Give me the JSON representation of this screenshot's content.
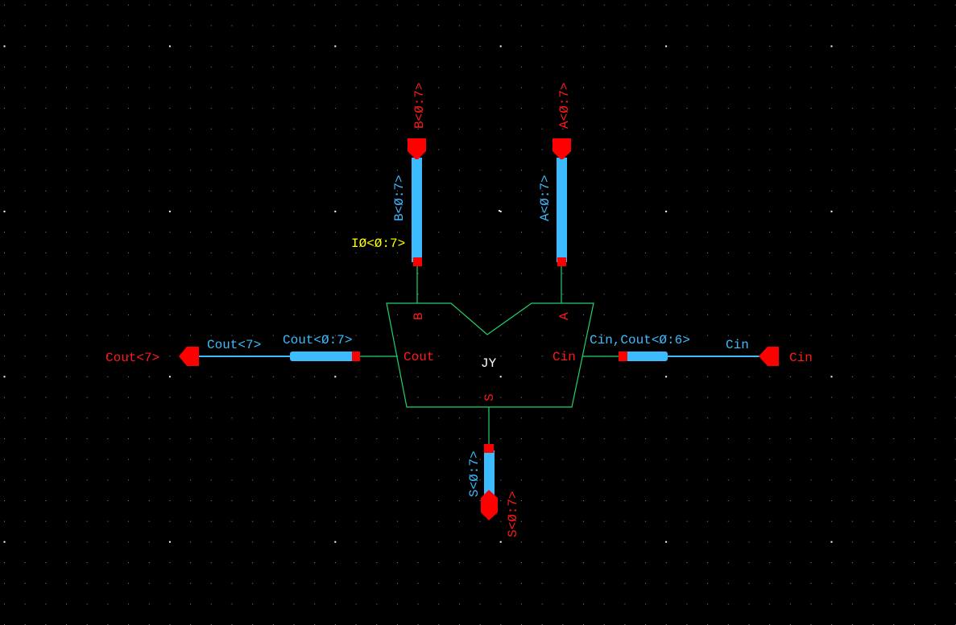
{
  "colors": {
    "background": "#000000",
    "instance": "#1fd36b",
    "net": "#3cbcff",
    "pin": "#ff0000",
    "instance_name": "#ffff00"
  },
  "instance": {
    "cell_name": "JY",
    "instance_name": "IØ<Ø:7>",
    "pins": {
      "b": "B",
      "a": "A",
      "cout": "Cout",
      "cin": "Cin",
      "s": "S"
    }
  },
  "pins": {
    "b": "B<Ø:7>",
    "a": "A<Ø:7>",
    "cout": "Cout<7>",
    "cin": "Cin",
    "s": "S<Ø:7>"
  },
  "nets": {
    "b": "B<Ø:7>",
    "a": "A<Ø:7>",
    "cout_bus": "Cout<Ø:7>",
    "cout_wire": "Cout<7>",
    "cin_bus": "Cin,Cout<Ø:6>",
    "cin_wire": "Cin",
    "s": "S<Ø:7>"
  }
}
